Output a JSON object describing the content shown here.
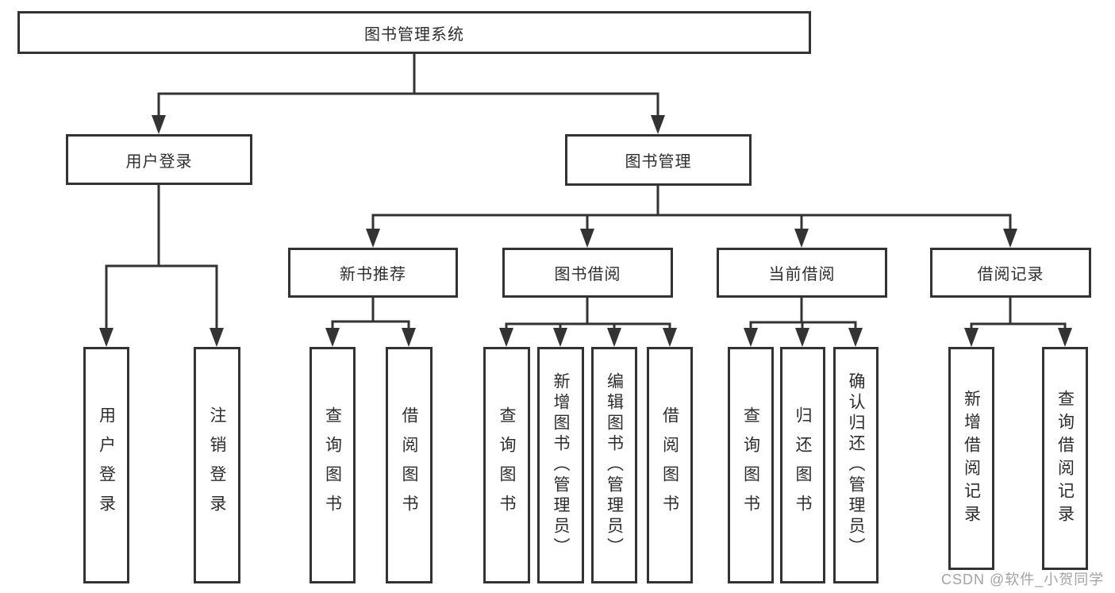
{
  "diagram": {
    "type": "tree",
    "colors": {
      "line": "#333333",
      "box_border": "#333333",
      "box_fill": "#ffffff",
      "text": "#2d2d2d",
      "watermark": "#a3a3a3",
      "background": "#ffffff"
    },
    "nodes": {
      "root": {
        "label": "图书管理系统"
      },
      "user_login": {
        "label": "用户登录"
      },
      "book_management": {
        "label": "图书管理"
      },
      "new_book_recommend": {
        "label": "新书推荐"
      },
      "book_borrowing": {
        "label": "图书借阅"
      },
      "current_borrowing": {
        "label": "当前借阅"
      },
      "borrowing_records": {
        "label": "借阅记录"
      },
      "leaf_user_login": {
        "label": "用户登录"
      },
      "leaf_logout": {
        "label": "注销登录"
      },
      "leaf_nb_query": {
        "label": "查询图书"
      },
      "leaf_nb_borrow": {
        "label": "借阅图书"
      },
      "leaf_bb_query": {
        "label": "查询图书"
      },
      "leaf_bb_add": {
        "label": "新增图书（管理员）"
      },
      "leaf_bb_edit": {
        "label": "编辑图书（管理员）"
      },
      "leaf_bb_borrow": {
        "label": "借阅图书"
      },
      "leaf_cb_query": {
        "label": "查询图书"
      },
      "leaf_cb_return": {
        "label": "归还图书"
      },
      "leaf_cb_confirm": {
        "label": "确认归还（管理员）"
      },
      "leaf_br_add": {
        "label": "新增借阅记录"
      },
      "leaf_br_query": {
        "label": "查询借阅记录"
      }
    },
    "edges": [
      {
        "from": "root",
        "to": [
          "user_login",
          "book_management"
        ]
      },
      {
        "from": "user_login",
        "to": [
          "leaf_user_login",
          "leaf_logout"
        ]
      },
      {
        "from": "book_management",
        "to": [
          "new_book_recommend",
          "book_borrowing",
          "current_borrowing",
          "borrowing_records"
        ]
      },
      {
        "from": "new_book_recommend",
        "to": [
          "leaf_nb_query",
          "leaf_nb_borrow"
        ]
      },
      {
        "from": "book_borrowing",
        "to": [
          "leaf_bb_query",
          "leaf_bb_add",
          "leaf_bb_edit",
          "leaf_bb_borrow"
        ]
      },
      {
        "from": "current_borrowing",
        "to": [
          "leaf_cb_query",
          "leaf_cb_return",
          "leaf_cb_confirm"
        ]
      },
      {
        "from": "borrowing_records",
        "to": [
          "leaf_br_add",
          "leaf_br_query"
        ]
      }
    ],
    "watermark": "CSDN @软件_小贺同学"
  }
}
